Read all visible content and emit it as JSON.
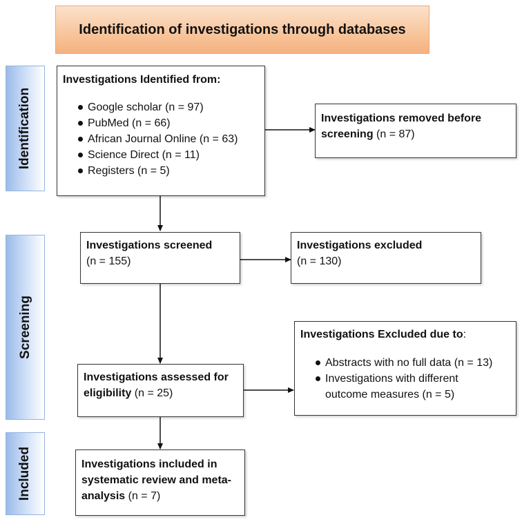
{
  "header": {
    "title": "Identification of investigations through databases"
  },
  "stages": {
    "identification": "Identification",
    "screening": "Screening",
    "included": "Included"
  },
  "identified": {
    "title": "Investigations Identified from:",
    "sources": [
      "Google scholar (n = 97)",
      "PubMed (n = 66)",
      "African Journal Online (n = 63)",
      "Science Direct (n = 11)",
      "Registers (n = 5)"
    ]
  },
  "removed": {
    "title": "Investigations removed before screening",
    "count": "(n = 87)"
  },
  "screened": {
    "title": "Investigations screened",
    "count": "(n = 155)"
  },
  "excluded": {
    "title": "Investigations excluded",
    "count": "(n = 130)"
  },
  "eligibility": {
    "title": "Investigations assessed for eligibility",
    "count": "(n = 25)"
  },
  "excluded_reasons": {
    "title": "Investigations Excluded due to",
    "colon": ":",
    "reasons": [
      "Abstracts with no full data (n = 13)",
      "Investigations with different outcome measures (n = 5)"
    ]
  },
  "included": {
    "title": "Investigations included in systematic review and meta-analysis",
    "count": "(n = 7)"
  },
  "colors": {
    "banner": "#f8c79f",
    "stage": "#9bbbe8",
    "border": "#333333"
  }
}
